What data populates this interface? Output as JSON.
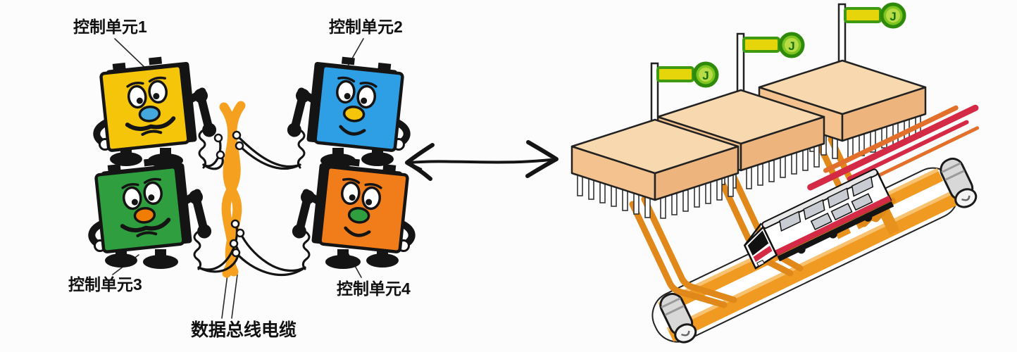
{
  "left_scene": {
    "units": [
      {
        "label": "控制单元1",
        "body_color": "#F4C508",
        "nose_color": "#45A8DC",
        "mustache": "1",
        "smile": "0"
      },
      {
        "label": "控制单元2",
        "body_color": "#2F9FE5",
        "nose_color": "#F4C508",
        "mustache": "0",
        "smile": "1"
      },
      {
        "label": "控制单元3",
        "body_color": "#2F9E3F",
        "nose_color": "#F07C04",
        "mustache": "1",
        "smile": "0"
      },
      {
        "label": "控制单元4",
        "body_color": "#F07D1A",
        "nose_color": "#2F9E3F",
        "mustache": "0",
        "smile": "1"
      }
    ],
    "bus_cable_label": "数据总线电缆",
    "cable_color": "#F5A01E",
    "wire_color": "#141414"
  },
  "right_scene": {
    "modules": [
      {
        "flag": "J"
      },
      {
        "flag": "J"
      },
      {
        "flag": "J"
      }
    ],
    "chip_top_color": "#F8D8AE",
    "chip_left_color": "#F3C28E",
    "chip_right_color": "#EDB47E",
    "trace_color": "#E0891A",
    "band_color": "#F09A22",
    "band_highlight_color": "#F8C270",
    "speed_stripe_orange": "#E2702A",
    "flag_banner_color": "#E6D50A",
    "flag_ring_color": "#7FC520",
    "flag_ring_inner_color": "#B7DC46",
    "train_stripe_color": "#D42A46"
  }
}
